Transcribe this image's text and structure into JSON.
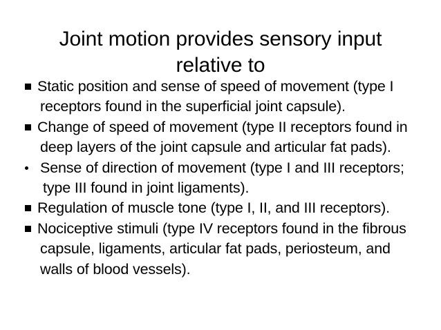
{
  "slide": {
    "title": "Joint motion provides sensory input\nrelative to",
    "background_color": "#ffffff",
    "text_color": "#000000",
    "bullets": [
      {
        "marker": "square-bullet",
        "text": "Static position and sense of speed of movement (type I receptors found in the superficial joint capsule)."
      },
      {
        "marker": "square-bullet",
        "text": "Change of speed of movement (type II receptors found in deep layers of the joint capsule and articular fat pads)."
      },
      {
        "marker": "round-bullet",
        "text": "Sense of direction of movement (type I and III receptors; type III found in joint ligaments)."
      },
      {
        "marker": "square-bullet",
        "text": "Regulation of muscle tone (type I, II, and III receptors)."
      },
      {
        "marker": "square-bullet",
        "text": "Nociceptive stimuli (type IV receptors found in the fibrous capsule, ligaments, articular fat pads, periosteum, and walls of blood vessels)."
      }
    ]
  }
}
